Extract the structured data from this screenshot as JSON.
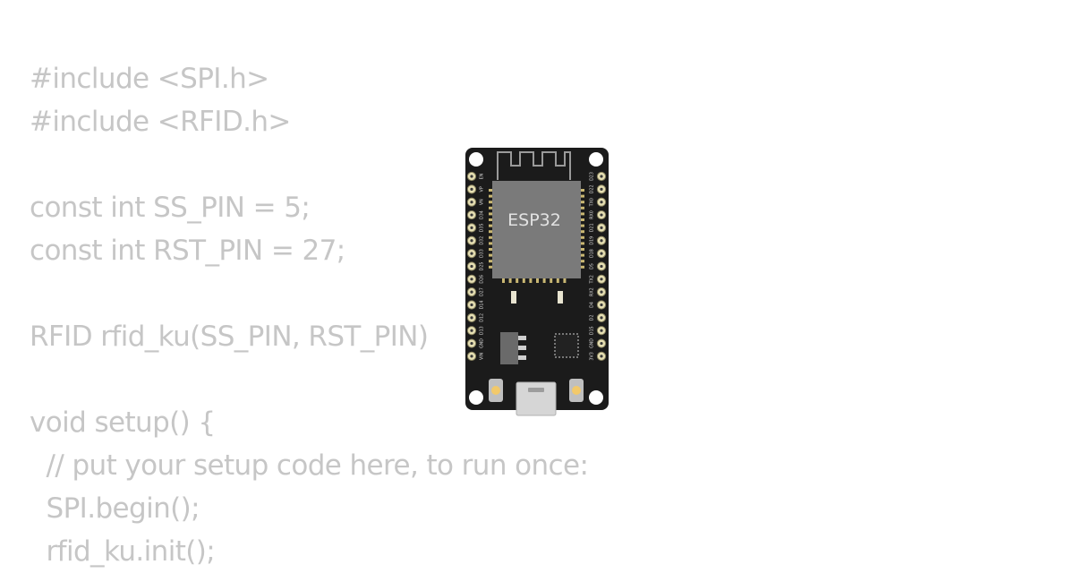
{
  "code": {
    "lines": [
      "#include <SPI.h>",
      "#include <RFID.h>",
      "",
      "const int SS_PIN = 5;",
      "const int RST_PIN = 27;",
      "",
      "RFID rfid_ku(SS_PIN, RST_PIN)",
      "",
      "void setup() {",
      "  // put your setup code here, to run once:",
      "  SPI.begin();",
      "  rfid_ku.init();"
    ]
  },
  "board": {
    "chip_label": "ESP32",
    "left_pins": [
      "EN",
      "VP",
      "VN",
      "D34",
      "D35",
      "D32",
      "D33",
      "D25",
      "D26",
      "D27",
      "D14",
      "D12",
      "D13",
      "GND",
      "VIN"
    ],
    "right_pins": [
      "D23",
      "D22",
      "TX0",
      "RX0",
      "D21",
      "D19",
      "D18",
      "D5",
      "TX2",
      "RX2",
      "D4",
      "D2",
      "D15",
      "GND",
      "3V3"
    ],
    "colors": {
      "pcb": "#1b1b1b",
      "module": "#7a7a7a",
      "pin": "#e6dfb3",
      "gold": "#c9b772"
    }
  }
}
